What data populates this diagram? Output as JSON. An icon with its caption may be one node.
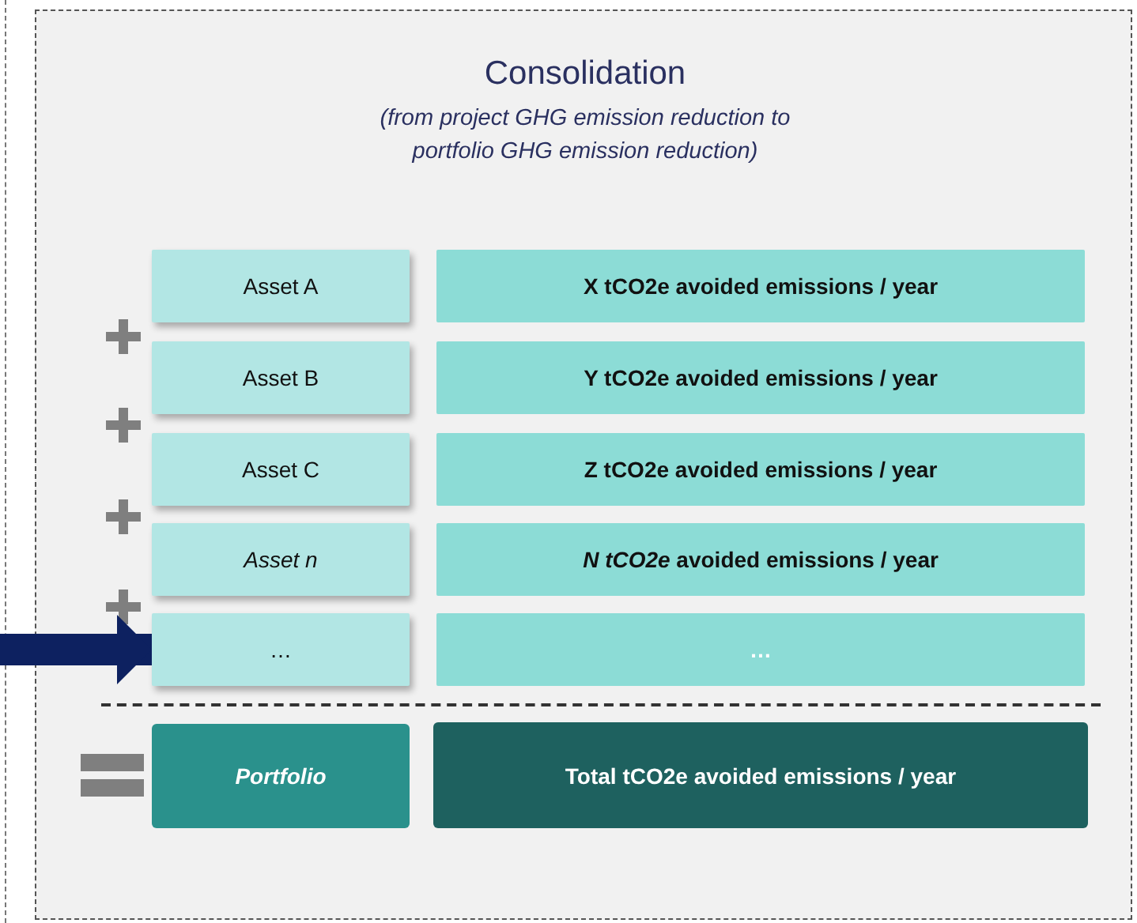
{
  "diagram": {
    "nodes": [
      {
        "text": [
          "Consolidation",
          "(from project GHG emission reduction to portfolio GHG emission reduction)"
        ]
      },
      {
        "text": [
          "Asset A"
        ],
        "in": 0
      },
      {
        "text": [
          "X tCO2e avoided emissions / year"
        ],
        "in": 0
      },
      {
        "text": [
          "Asset B"
        ],
        "in": 0
      },
      {
        "text": [
          "Y tCO2e avoided emissions / year"
        ],
        "in": 0
      },
      {
        "text": [
          "Asset C"
        ],
        "in": 0
      },
      {
        "text": [
          "Z tCO2e avoided emissions / year"
        ],
        "in": 0
      },
      {
        "text": [
          "Asset n"
        ],
        "in": 0
      },
      {
        "text": [
          "*N tCO2e* avoided emissions / year"
        ],
        "in": 0
      },
      {
        "text": [
          "…"
        ],
        "in": 0
      },
      {
        "text": [
          "…"
        ],
        "in": 0
      },
      {
        "text": [
          "Portfolio"
        ],
        "in": 0
      },
      {
        "text": [
          "Total tCO2e avoided emissions / year"
        ],
        "in": 0
      }
    ],
    "edges": [
      {
        "from": null,
        "to": 9,
        "arrow": "to"
      }
    ]
  }
}
